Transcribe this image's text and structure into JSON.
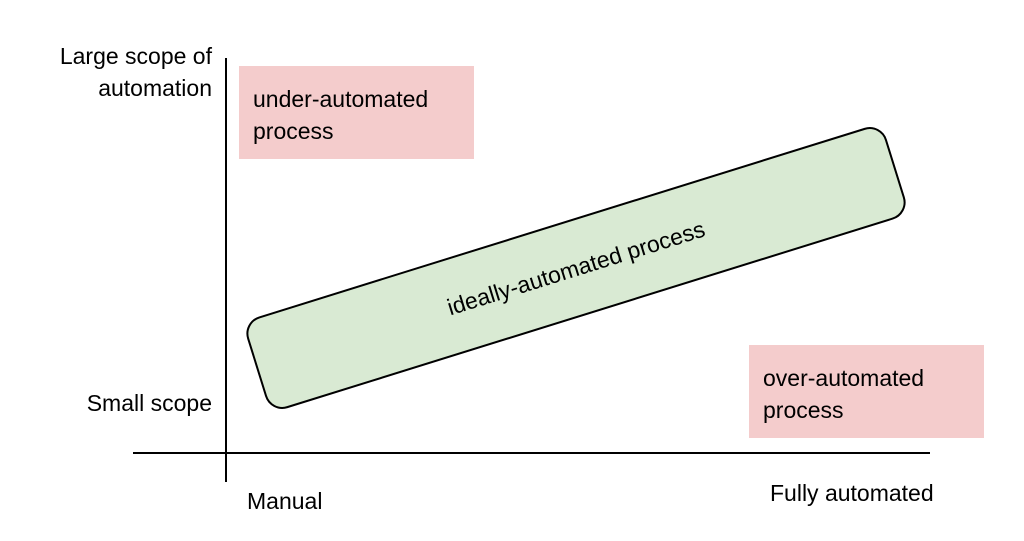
{
  "axes": {
    "y_top_label_line1": "Large scope of",
    "y_top_label_line2": "automation",
    "y_bottom_label": "Small scope",
    "x_left_label": "Manual",
    "x_right_label": "Fully automated"
  },
  "regions": {
    "under_line1": "under-automated",
    "under_line2": "process",
    "over_line1": "over-automated",
    "over_line2": "process",
    "ideal": "ideally-automated process"
  },
  "colors": {
    "under_fill": "#f4cccc",
    "over_fill": "#f4cccc",
    "ideal_fill": "#d9ead3",
    "axis_line": "#000000"
  }
}
